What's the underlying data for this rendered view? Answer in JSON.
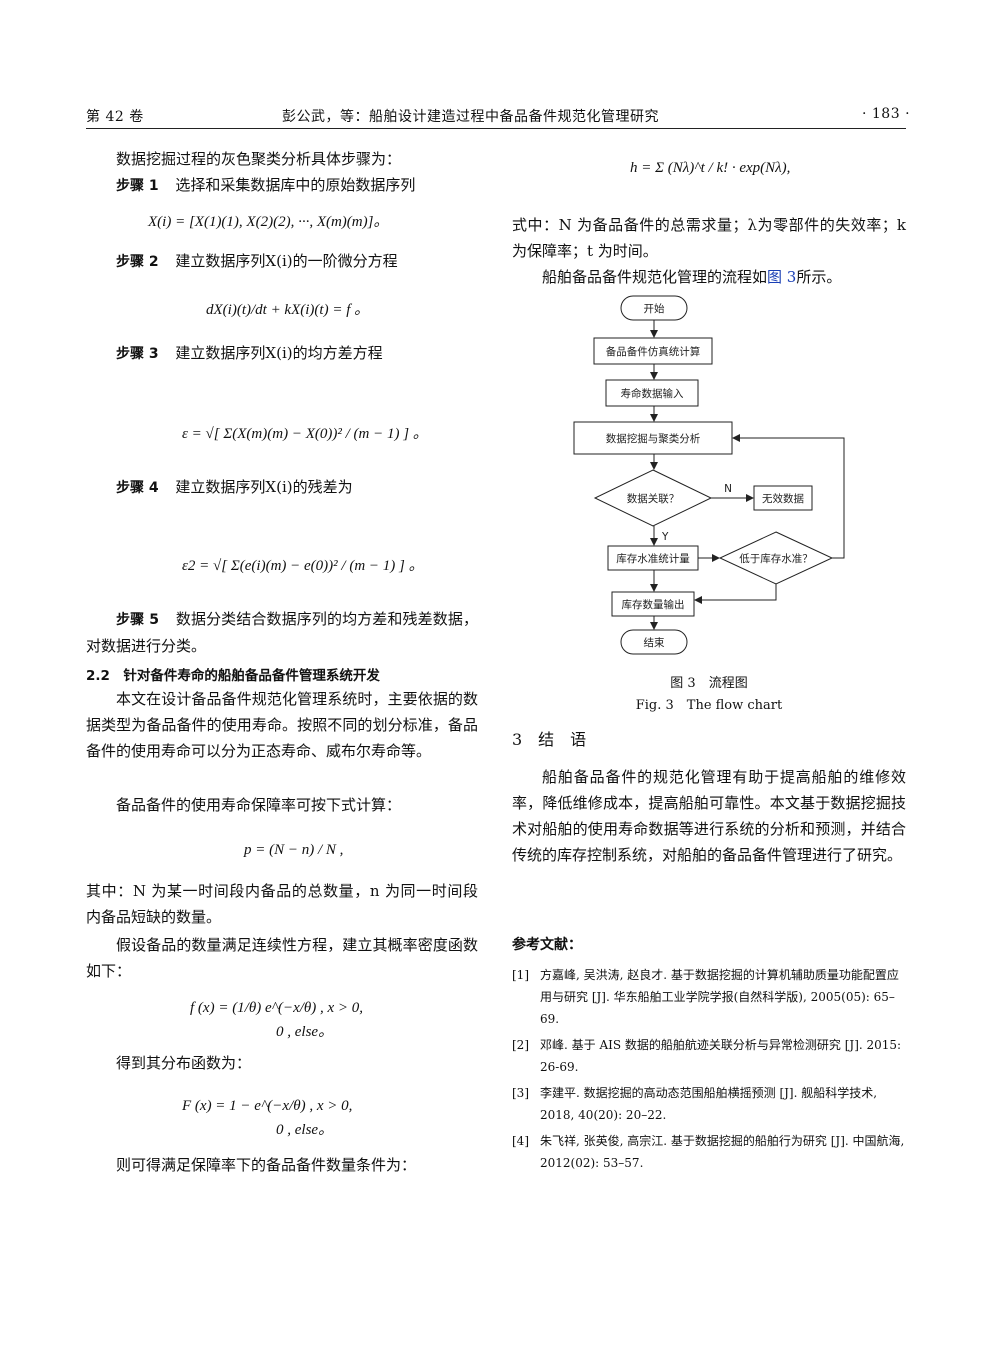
{
  "header": {
    "volume": "第 42 卷",
    "running_title": "彭公武，等：船舶设计建造过程中备品备件规范化管理研究",
    "page_number": "· 183 ·"
  },
  "left": {
    "intro": "数据挖掘过程的灰色聚类分析具体步骤为：",
    "step1_label": "步骤 1",
    "step1_text": "选择和采集数据库中的原始数据序列",
    "eq1": "X(i) = [X(1)(1), X(2)(2), ···, X(m)(m)]。",
    "step2_label": "步骤 2",
    "step2_text": "建立数据序列X(i)的一阶微分方程",
    "eq2": "dX(i)(t)/dt + kX(i)(t) = f 。",
    "step3_label": "步骤 3",
    "step3_text": "建立数据序列X(i)的均方差方程",
    "eq3": "ε = √[ Σ(X(m)(m) − X(0))² / (m − 1) ] 。",
    "step4_label": "步骤 4",
    "step4_text": "建立数据序列X(i)的残差为",
    "eq4": "ε2 = √[ Σ(e(i)(m) − e(0))² / (m − 1) ] 。",
    "step5_label": "步骤 5",
    "step5_text": "数据分类结合数据序列的均方差和残差数据，对数据进行分类。",
    "section_2_2": "2.2　针对备件寿命的船舶备品备件管理系统开发",
    "para1": "本文在设计备品备件规范化管理系统时，主要依据的数据类型为备品备件的使用寿命。按照不同的划分标准，备品备件的使用寿命可以分为正态寿命、威布尔寿命等。",
    "para2": "备品备件的使用寿命保障率可按下式计算：",
    "eq5": "p = (N − n) / N ,",
    "para3": "其中：N 为某一时间段内备品的总数量，n 为同一时间段内备品短缺的数量。",
    "para4": "假设备品的数量满足连续性方程，建立其概率密度函数如下：",
    "eq6_line1": "f (x) = (1/θ) e^(−x/θ)  , x > 0,",
    "eq6_line2": "0  , else。",
    "para5": "得到其分布函数为：",
    "eq7_line1": "F (x) = 1 − e^(−x/θ)  , x > 0,",
    "eq7_line2": "0  , else。",
    "para6": "则可得满足保障率下的备品备件数量条件为："
  },
  "right": {
    "eq8": "h = Σ (Nλ)^t / k! · exp(Nλ),",
    "para1": "式中：N 为备品备件的总需求量；λ为零部件的失效率；k 为保障率；t 为时间。",
    "para2_pre": "船舶备品备件规范化管理的流程如",
    "para2_link": "图 3",
    "para2_post": "所示。",
    "flow": {
      "start": "开始",
      "n1": "备品备件仿真统计算",
      "n2": "寿命数据输入",
      "n3": "数据挖掘与聚类分析",
      "d1": "数据关联？",
      "d1_no": "N",
      "d1_yes": "Y",
      "n4": "无效数据",
      "n5": "库存水准统计量",
      "d2": "低于库存水准？",
      "n6": "库存数量输出",
      "end": "结束"
    },
    "fig_caption_cn": "图 3　流程图",
    "fig_caption_en": "Fig. 3　The flow chart",
    "section_3": "3　结　语",
    "conclusion": "船舶备品备件的规范化管理有助于提高船舶的维修效率，降低维修成本，提高船舶可靠性。本文基于数据挖掘技术对船舶的使用寿命数据等进行系统的分析和预测，并结合传统的库存控制系统，对船舶的备品备件管理进行了研究。",
    "refs_title": "参考文献：",
    "refs": [
      {
        "num": "[1]",
        "text": "方嘉峰, 吴洪涛, 赵良才. 基于数据挖掘的计算机辅助质量功能配置应用与研究 [J]. 华东船舶工业学院学报(自然科学版), 2005(05): 65–69."
      },
      {
        "num": "[2]",
        "text": "邓峰. 基于 AIS 数据的船舶航迹关联分析与异常检测研究 [J]. 2015: 26-69."
      },
      {
        "num": "[3]",
        "text": "李建平. 数据挖掘的高动态范围船舶横摇预测 [J]. 舰船科学技术, 2018, 40(20): 20–22."
      },
      {
        "num": "[4]",
        "text": "朱飞祥, 张英俊, 高宗江. 基于数据挖掘的船舶行为研究 [J]. 中国航海, 2012(02): 53–57."
      }
    ]
  }
}
